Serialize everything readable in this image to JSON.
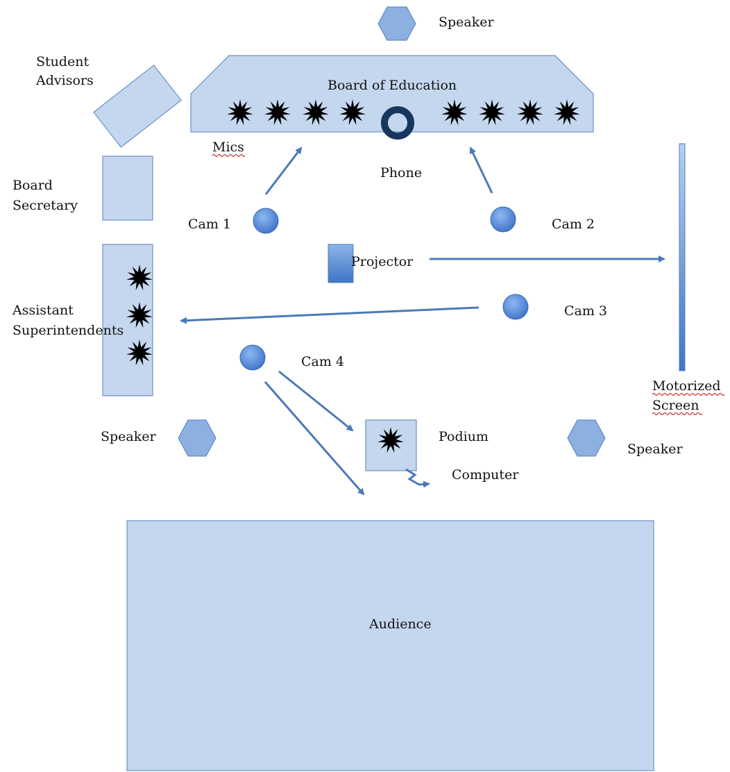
{
  "colors": {
    "fill": "#c5d7ee",
    "stroke": "#4f7fbf",
    "hexagon": "#8cb0e0",
    "camera": "#4f86d8",
    "arrow": "#4a79b8",
    "phone": "#17365d",
    "mic": "#000000",
    "spellcheck": "#d03030"
  },
  "labels": {
    "speaker_top": "Speaker",
    "student_advisors_1": "Student",
    "student_advisors_2": "Advisors",
    "board_of_education": "Board of Education",
    "mics": "Mics",
    "phone": "Phone",
    "board_secretary_1": "Board",
    "board_secretary_2": "Secretary",
    "cam1": "Cam 1",
    "cam2": "Cam 2",
    "cam3": "Cam 3",
    "cam4": "Cam 4",
    "projector": "Projector",
    "assistant_supts_1": "Assistant",
    "assistant_supts_2": "Superintendents",
    "motorized_screen_1": "Motorized",
    "motorized_screen_2": "Screen",
    "speaker_left": "Speaker",
    "speaker_right": "Speaker",
    "podium": "Podium",
    "computer": "Computer",
    "audience": "Audience"
  },
  "icons": {
    "mic": "starburst-mic-icon",
    "phone": "ring-phone-icon",
    "camera": "circle-camera-icon",
    "speaker": "hexagon-speaker-icon",
    "projector": "projector-icon"
  }
}
